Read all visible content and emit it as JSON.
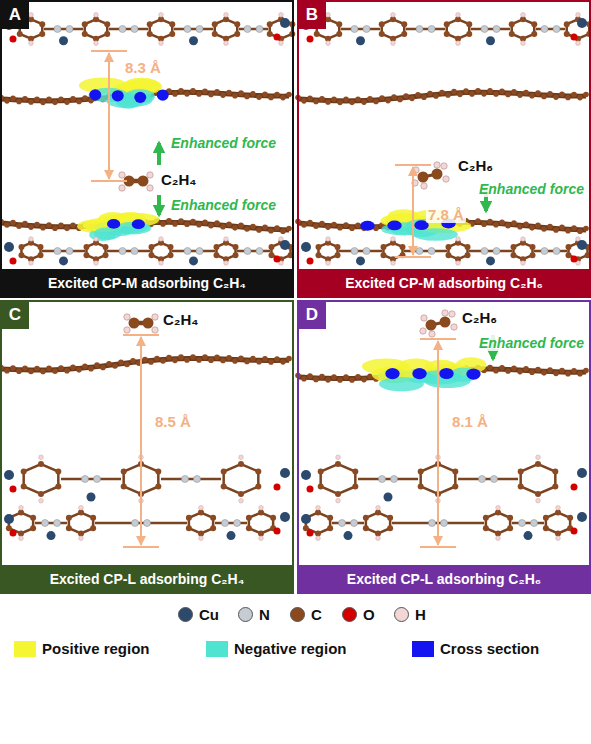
{
  "diagram": {
    "nodes": [
      {
        "text": [
          "A"
        ]
      },
      {
        "text": [
          "B"
        ]
      },
      {
        "text": [
          "Excited CP-M adsorbing C₂H₄"
        ]
      },
      {
        "text": [
          "Excited CP-M adsorbing C₂H₆"
        ]
      },
      {
        "text": [
          "C"
        ]
      },
      {
        "text": [
          "D"
        ]
      },
      {
        "text": [
          "Excited CP-L adsorbing C₂H₄"
        ]
      },
      {
        "text": [
          "Excited CP-L adsorbing C₂H₆"
        ]
      }
    ],
    "labels": [
      "8.3 Å",
      "Enhanced force",
      "C₂H₄",
      "Enhanced force",
      "C₂H₆",
      "Enhanced force",
      "7.8 Å",
      "C₂H₄",
      "8.5 Å",
      "C₂H₆",
      "Enhanced force",
      "8.1 Å"
    ],
    "legend": [
      {
        "text": "Cu",
        "color": "#2c4a6e"
      },
      {
        "text": "N",
        "color": "#c5ccd4"
      },
      {
        "text": "C",
        "color": "#8b4a1e"
      },
      {
        "text": "O",
        "color": "#d40000"
      },
      {
        "text": "H",
        "color": "#f3d6d6"
      },
      {
        "text": "Positive region",
        "color": "#f5f532"
      },
      {
        "text": "Negative region",
        "color": "#4fe3d2"
      },
      {
        "text": "Cross section",
        "color": "#1414f0"
      }
    ]
  }
}
